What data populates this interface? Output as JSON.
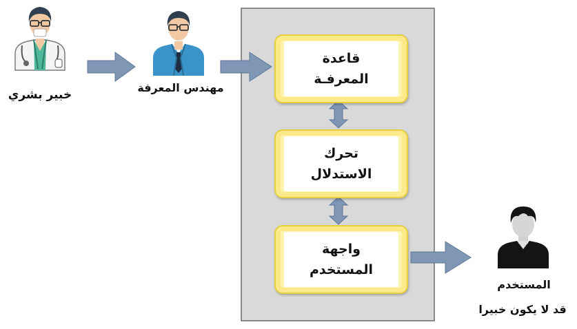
{
  "actors": {
    "human_expert": {
      "label": "خبير بشري",
      "icon": "doctor-icon"
    },
    "knowledge_engineer": {
      "label": "مهندس المعرفة",
      "icon": "engineer-icon"
    },
    "user": {
      "label_line1": "المستخدم",
      "label_line2": "قد لا يكون خبيرا",
      "icon": "user-silhouette-icon"
    }
  },
  "system": {
    "components": [
      {
        "id": "knowledge-base",
        "line1": "قاعدة",
        "line2": "المعرفـة"
      },
      {
        "id": "inference-engine",
        "line1": "تحرك",
        "line2": "الاستدلال"
      },
      {
        "id": "user-interface",
        "line1": "واجهة",
        "line2": "المستخدم"
      }
    ]
  },
  "colors": {
    "arrow_fill": "#7f96b4",
    "arrow_stroke": "#5e7799",
    "panel_fill": "#d9d9d9",
    "box_fill": "#fff5b0",
    "box_border": "#e6cf3e"
  }
}
